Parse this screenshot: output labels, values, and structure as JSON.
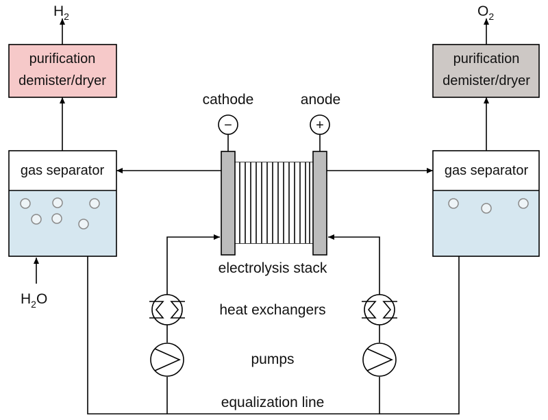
{
  "colors": {
    "left_purifier_fill": "#f6c9c9",
    "right_purifier_fill": "#cdc8c5",
    "liquid_fill": "#d6e7f0",
    "stack_fill": "#bcbcbc"
  },
  "left_column": {
    "output_base": "H",
    "output_sub": "2",
    "purifier_line1": "purification",
    "purifier_line2": "demister/dryer",
    "separator_label": "gas separator",
    "input_base": "H",
    "input_sub": "2",
    "input_suffix": "O"
  },
  "right_column": {
    "output_base": "O",
    "output_sub": "2",
    "purifier_line1": "purification",
    "purifier_line2": "demister/dryer",
    "separator_label": "gas separator"
  },
  "stack": {
    "cathode_label": "cathode",
    "anode_label": "anode",
    "cathode_symbol": "−",
    "anode_symbol": "+",
    "name": "electrolysis stack"
  },
  "labels": {
    "heat_exchangers": "heat exchangers",
    "pumps": "pumps",
    "equalization_line": "equalization line"
  },
  "icons": {
    "terminal": "terminal-circle-icon",
    "heat_exchanger": "heat-exchanger-icon",
    "pump": "pump-icon",
    "bubble": "bubble-icon"
  }
}
